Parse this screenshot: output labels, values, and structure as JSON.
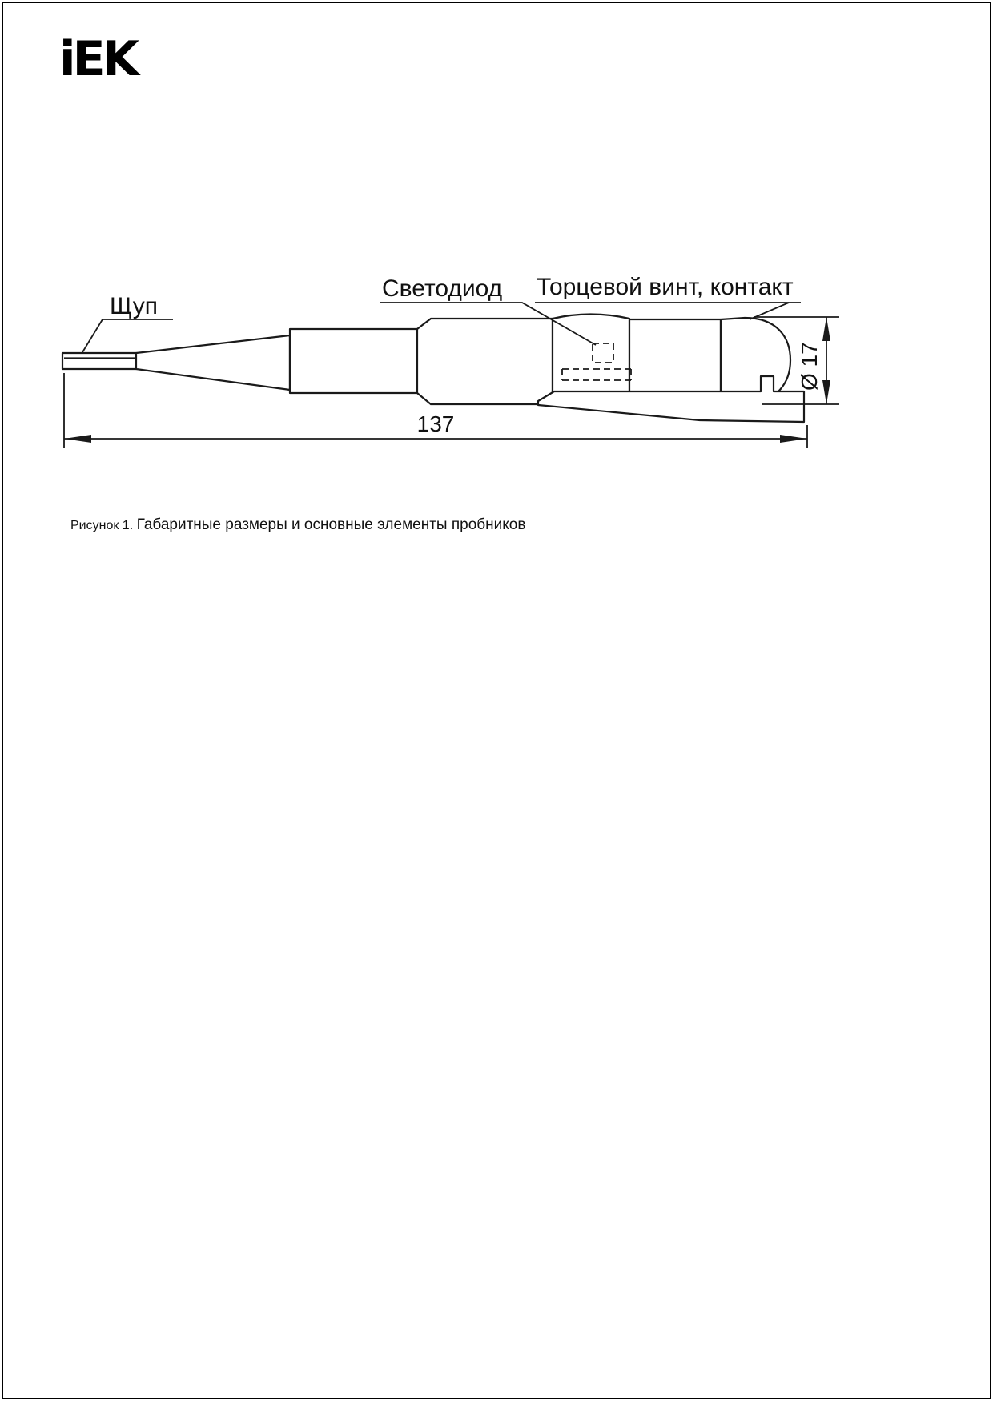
{
  "colors": {
    "ink": "#111111",
    "background": "#ffffff"
  },
  "logo": {
    "text": "iEK"
  },
  "diagram": {
    "label_probe": "Щуп",
    "label_led": "Светодиод",
    "label_screw": "Торцевой винт, контакт",
    "dim_length": "137",
    "dim_diameter": "Ø 17"
  },
  "caption": {
    "prefix": "Рисунок 1.",
    "text": "Габаритные размеры и основные элементы пробников"
  }
}
